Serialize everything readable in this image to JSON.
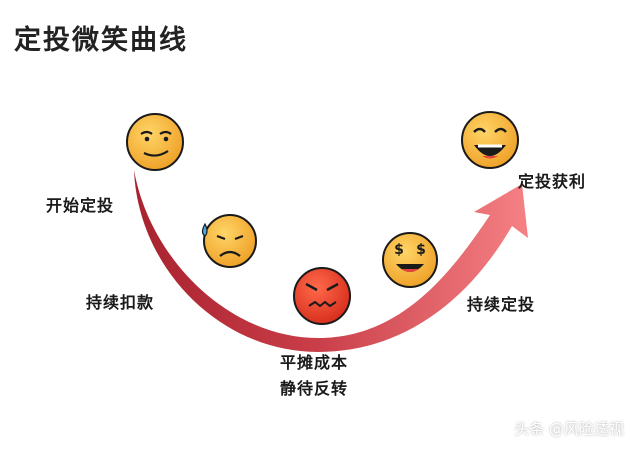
{
  "title": "定投微笑曲线",
  "labels": {
    "start": "开始定投",
    "continue_buy": "持续扣款",
    "average_line1": "平摊成本",
    "average_line2": "静待反转",
    "continue_invest": "持续定投",
    "profit": "定投获利"
  },
  "faces": [
    {
      "name": "smirk-face-icon",
      "mood": "smirk"
    },
    {
      "name": "worried-face-icon",
      "mood": "worried"
    },
    {
      "name": "angry-face-icon",
      "mood": "angry"
    },
    {
      "name": "money-eyes-face-icon",
      "mood": "money"
    },
    {
      "name": "grinning-face-icon",
      "mood": "happy"
    }
  ],
  "colors": {
    "curve_dark": "#b42d3a",
    "curve_light": "#f07a7e",
    "face_yellow": "#f6b73c",
    "face_red": "#e8402c"
  },
  "watermark": "头条 @风险透视"
}
